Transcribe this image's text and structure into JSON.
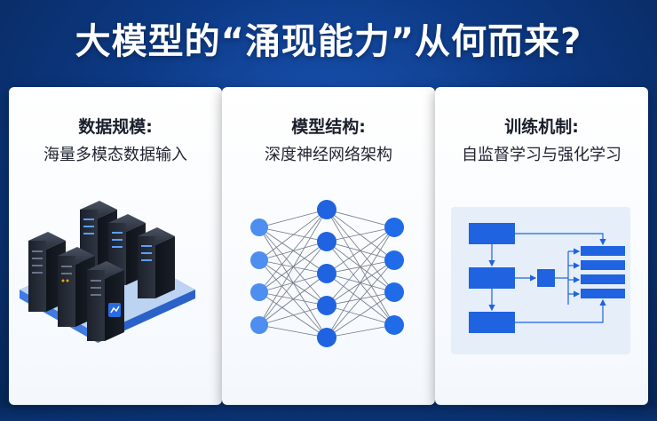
{
  "title": "大模型的“涌现能力”从何而来?",
  "cards": [
    {
      "title": "数据规模:",
      "subtitle": "海量多模态数据输入",
      "illustration": "server-rack-icon"
    },
    {
      "title": "模型结构:",
      "subtitle": "深度神经网络架构",
      "illustration": "neural-network-icon"
    },
    {
      "title": "训练机制:",
      "subtitle": "自监督学习与强化学习",
      "illustration": "flow-diagram-icon"
    }
  ],
  "colors": {
    "background": "#0d3a86",
    "accent": "#2a6be0",
    "node": "#1f63e0",
    "card": "#ffffff"
  }
}
